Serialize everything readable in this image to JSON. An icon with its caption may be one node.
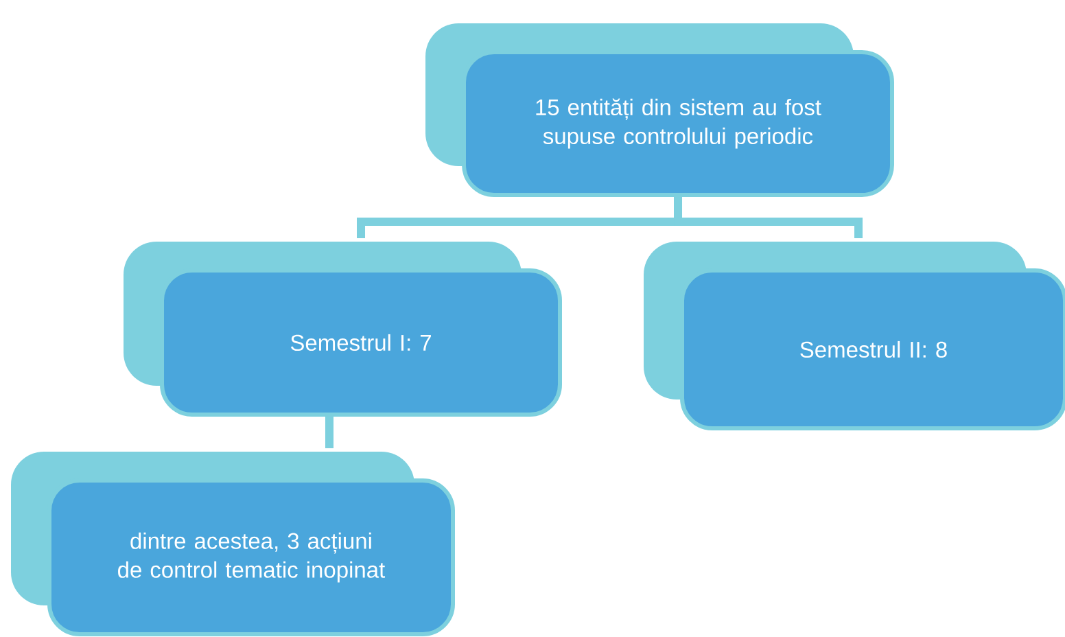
{
  "diagram": {
    "nodes": [
      {
        "text": [
          "15 entități din sistem au fost supuse controlului periodic"
        ]
      },
      {
        "text": [
          "Semestrul I: 7"
        ]
      },
      {
        "text": [
          "Semestrul II: 8"
        ]
      },
      {
        "text": [
          "dintre acestea, 3 acțiuni de control tematic inopinat"
        ]
      }
    ],
    "edges": [
      {
        "from": 0,
        "to": 1,
        "arrow": "none"
      },
      {
        "from": 0,
        "to": 2,
        "arrow": "none"
      },
      {
        "from": 1,
        "to": 3,
        "arrow": "none"
      }
    ]
  }
}
